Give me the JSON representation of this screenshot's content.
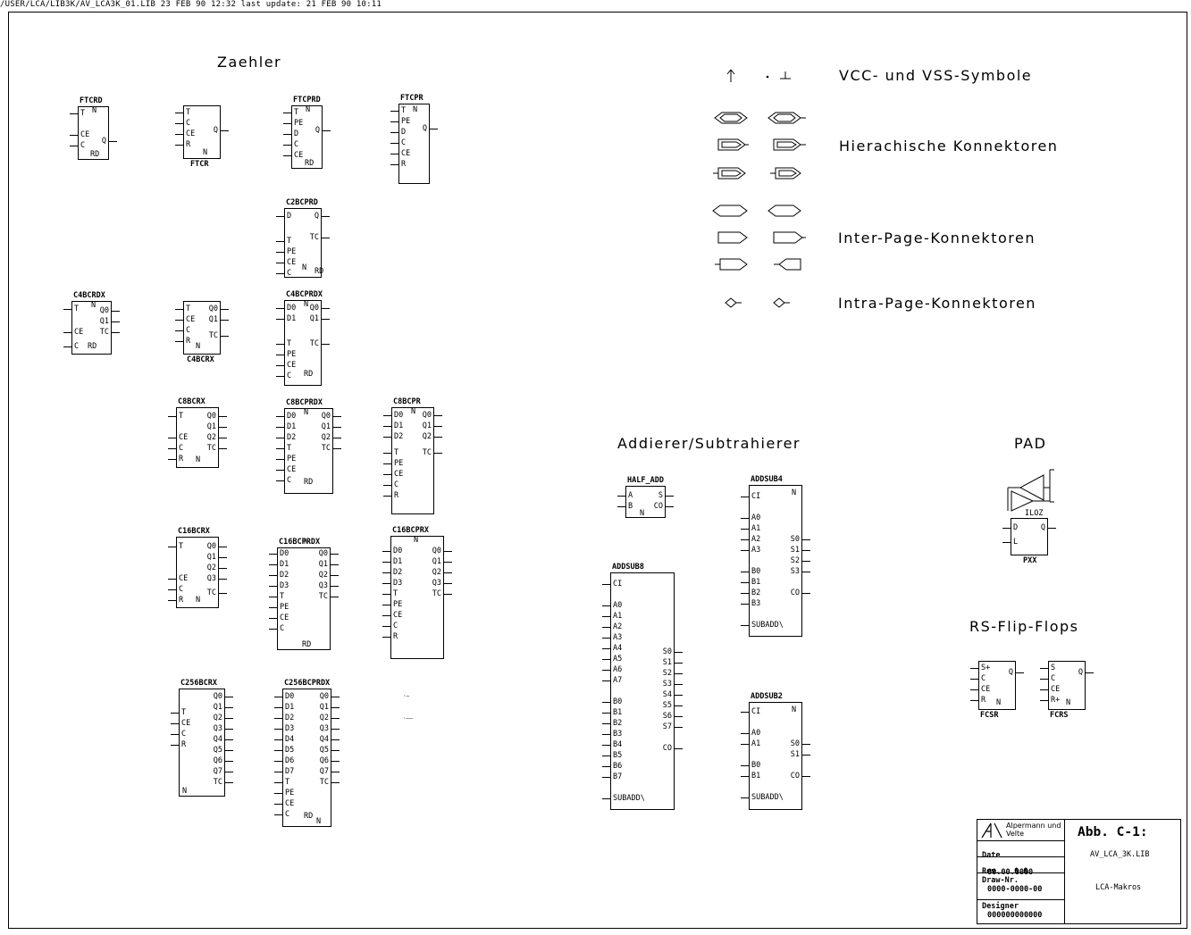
{
  "header": "/USER/LCA/LIB3K/AV_LCA3K_01.LIB   23 FEB 90 12:32   last update: 21 FEB 90 10:11",
  "sections": {
    "zaehler": "Zaehler",
    "vcc": "VCC- und VSS-Symbole",
    "hier": "Hierachische Konnektoren",
    "inter": "Inter-Page-Konnektoren",
    "intra": "Intra-Page-Konnektoren",
    "adder": "Addierer/Subtrahierer",
    "pad": "PAD",
    "rsff": "RS-Flip-Flops"
  },
  "blocks": [
    {
      "id": "ftcrd",
      "title": "FTCRD",
      "bottom": "",
      "left": [
        "T",
        "",
        "CE",
        "C"
      ],
      "right": [
        "",
        "Q",
        ""
      ],
      "inner": [
        "N",
        "RD"
      ]
    },
    {
      "id": "ftcr",
      "title": "",
      "bottom": "FTCR",
      "left": [
        "T",
        "C",
        "CE",
        "R"
      ],
      "right": [
        "Q"
      ],
      "inner": [
        "N"
      ]
    },
    {
      "id": "ftcprd",
      "title": "FTCPRD",
      "bottom": "",
      "left": [
        "T",
        "PE",
        "D",
        "C",
        "CE"
      ],
      "right": [
        "Q"
      ],
      "inner": [
        "N",
        "RD"
      ]
    },
    {
      "id": "ftcpr",
      "title": "FTCPR",
      "bottom": "",
      "left": [
        "T",
        "PE",
        "D",
        "C",
        "CE",
        "R"
      ],
      "right": [
        "Q"
      ],
      "inner": [
        "N"
      ]
    },
    {
      "id": "c2bcprd",
      "title": "C2BCPRD",
      "bottom": "",
      "left": [
        "D",
        "T",
        "PE",
        "CE",
        "C"
      ],
      "right": [
        "Q",
        "TC"
      ],
      "inner": [
        "N",
        "RD"
      ]
    },
    {
      "id": "c4bcrdx",
      "title": "C4BCRDX",
      "bottom": "",
      "left": [
        "T",
        "CE",
        "C"
      ],
      "right": [
        "Q0",
        "Q1",
        "TC"
      ],
      "inner": [
        "N",
        "RD"
      ]
    },
    {
      "id": "c4bcrx",
      "title": "",
      "bottom": "C4BCRX",
      "left": [
        "T",
        "CE",
        "C",
        "R"
      ],
      "right": [
        "Q0",
        "Q1",
        "TC"
      ],
      "inner": [
        "N"
      ]
    },
    {
      "id": "c4bcprdx",
      "title": "C4BCPRDX",
      "bottom": "",
      "left": [
        "D0",
        "D1",
        "T",
        "PE",
        "CE",
        "C"
      ],
      "right": [
        "Q0",
        "Q1",
        "TC"
      ],
      "inner": [
        "N",
        "RD"
      ]
    },
    {
      "id": "c8bcrx",
      "title": "C8BCRX",
      "bottom": "",
      "left": [
        "T",
        "CE",
        "C",
        "R"
      ],
      "right": [
        "Q0",
        "Q1",
        "Q2",
        "TC"
      ],
      "inner": [
        "N"
      ]
    },
    {
      "id": "c8bcprdx",
      "title": "C8BCPRDX",
      "bottom": "",
      "left": [
        "D0",
        "D1",
        "D2",
        "T",
        "PE",
        "CE",
        "C"
      ],
      "right": [
        "Q0",
        "Q1",
        "Q2",
        "TC"
      ],
      "inner": [
        "N",
        "RD"
      ]
    },
    {
      "id": "c8bcpr",
      "title": "C8BCPR",
      "bottom": "",
      "left": [
        "D0",
        "D1",
        "D2",
        "T",
        "PE",
        "CE",
        "C",
        "R"
      ],
      "right": [
        "Q0",
        "Q1",
        "Q2",
        "TC"
      ],
      "inner": [
        "N"
      ]
    },
    {
      "id": "c16bcrx",
      "title": "C16BCRX",
      "bottom": "",
      "left": [
        "T",
        "CE",
        "C",
        "R"
      ],
      "right": [
        "Q0",
        "Q1",
        "Q2",
        "Q3",
        "TC"
      ],
      "inner": [
        "N"
      ]
    },
    {
      "id": "c16bcprdx",
      "title": "C16BCPRDX",
      "bottom": "",
      "left": [
        "D0",
        "D1",
        "D2",
        "D3",
        "T",
        "PE",
        "CE",
        "C"
      ],
      "right": [
        "Q0",
        "Q1",
        "Q2",
        "Q3",
        "TC"
      ],
      "inner": [
        "N",
        "RD"
      ]
    },
    {
      "id": "c16bcprx",
      "title": "C16BCPRX",
      "bottom": "",
      "left": [
        "D0",
        "D1",
        "D2",
        "D3",
        "T",
        "PE",
        "CE",
        "C",
        "R"
      ],
      "right": [
        "Q0",
        "Q1",
        "Q2",
        "Q3",
        "TC"
      ],
      "inner": [
        "N"
      ]
    },
    {
      "id": "c256bcrx",
      "title": "C256BCRX",
      "bottom": "",
      "left": [
        "T",
        "CE",
        "C",
        "R"
      ],
      "right": [
        "Q0",
        "Q1",
        "Q2",
        "Q3",
        "Q4",
        "Q5",
        "Q6",
        "Q7",
        "TC"
      ],
      "inner": [
        "N"
      ]
    },
    {
      "id": "c256bcprdx",
      "title": "C256BCPRDX",
      "bottom": "",
      "left": [
        "D0",
        "D1",
        "D2",
        "D3",
        "D4",
        "D5",
        "D6",
        "D7",
        "T",
        "PE",
        "CE",
        "C"
      ],
      "right": [
        "Q0",
        "Q1",
        "Q2",
        "Q3",
        "Q4",
        "Q5",
        "Q6",
        "Q7",
        "TC"
      ],
      "inner": [
        "N",
        "RD"
      ]
    },
    {
      "id": "halfadd",
      "title": "HALF_ADD",
      "bottom": "",
      "left": [
        "A",
        "B"
      ],
      "right": [
        "S",
        "CO"
      ],
      "inner": [
        "N"
      ]
    },
    {
      "id": "addsub4",
      "title": "ADDSUB4",
      "bottom": "",
      "left": [
        "CI",
        "A0",
        "A1",
        "A2",
        "A3",
        "B0",
        "B1",
        "B2",
        "B3",
        "SUBADD\\"
      ],
      "right": [
        "S0",
        "S1",
        "S2",
        "S3",
        "CO"
      ],
      "inner": [
        "N"
      ]
    },
    {
      "id": "addsub8",
      "title": "ADDSUB8",
      "bottom": "",
      "left": [
        "CI",
        "A0",
        "A1",
        "A2",
        "A3",
        "A4",
        "A5",
        "A6",
        "A7",
        "B0",
        "B1",
        "B2",
        "B3",
        "B4",
        "B5",
        "B6",
        "B7",
        "SUBADD\\"
      ],
      "right": [
        "S0",
        "S1",
        "S2",
        "S3",
        "S4",
        "S5",
        "S6",
        "S7",
        "CO"
      ],
      "inner": []
    },
    {
      "id": "addsub2",
      "title": "ADDSUB2",
      "bottom": "",
      "left": [
        "CI",
        "A0",
        "A1",
        "B0",
        "B1",
        "SUBADD\\"
      ],
      "right": [
        "S0",
        "S1",
        "CO"
      ],
      "inner": [
        "N"
      ]
    },
    {
      "id": "pxx",
      "title": "",
      "bottom": "PXX",
      "left": [
        "D",
        "L"
      ],
      "right": [
        "Q"
      ],
      "inner": [
        "ILOZ"
      ]
    },
    {
      "id": "fcsr",
      "title": "",
      "bottom": "FCSR",
      "left": [
        "S+",
        "C",
        "CE",
        "R"
      ],
      "right": [
        "Q"
      ],
      "inner": [
        "N"
      ]
    },
    {
      "id": "fcrs",
      "title": "",
      "bottom": "FCRS",
      "left": [
        "S",
        "C",
        "CE",
        "R+"
      ],
      "right": [
        "Q"
      ],
      "inner": [
        "N"
      ]
    }
  ],
  "titleblock": {
    "company": "Alpermann und Velte",
    "date_label": "Date",
    "date_value": "00.00.0000",
    "rev_label": "Rev.",
    "rev_value": "0.0",
    "drawnr_label": "Draw-Nr.",
    "drawnr_value": "0000-0000-00",
    "designer_label": "Designer",
    "designer_value": "000000000000",
    "abb": "Abb. C-1:",
    "lib": "AV_LCA_3K.LIB",
    "desc": "LCA-Makros"
  }
}
